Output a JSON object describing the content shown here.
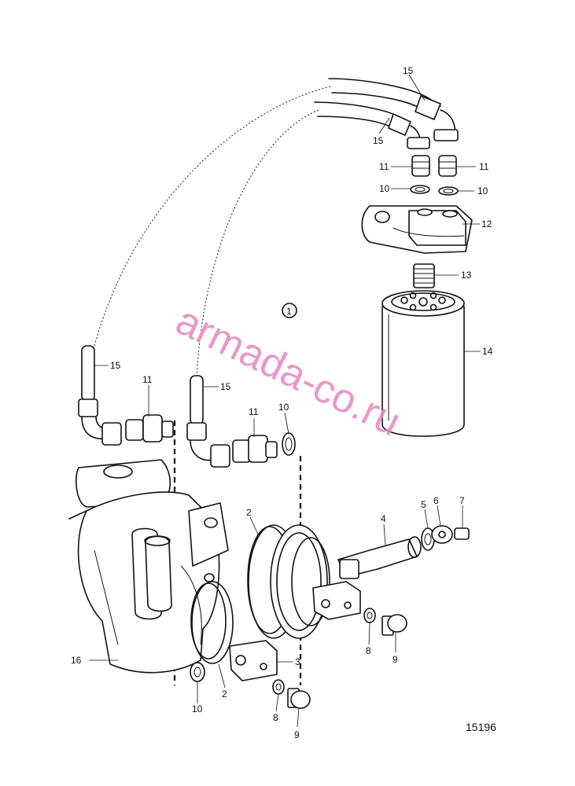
{
  "watermark": "armada-co.ru",
  "view_marker": "1",
  "reference_number": "15196",
  "callouts": [
    {
      "id": "c15a",
      "text": "15"
    },
    {
      "id": "c15b",
      "text": "15"
    },
    {
      "id": "c11a",
      "text": "11"
    },
    {
      "id": "c11b",
      "text": "11"
    },
    {
      "id": "c10a",
      "text": "10"
    },
    {
      "id": "c10b",
      "text": "10"
    },
    {
      "id": "c12",
      "text": "12"
    },
    {
      "id": "c13",
      "text": "13"
    },
    {
      "id": "c14",
      "text": "14"
    },
    {
      "id": "c15c",
      "text": "15"
    },
    {
      "id": "c11c",
      "text": "11"
    },
    {
      "id": "c15d",
      "text": "15"
    },
    {
      "id": "c11d",
      "text": "11"
    },
    {
      "id": "c10c",
      "text": "10"
    },
    {
      "id": "c2a",
      "text": "2"
    },
    {
      "id": "c4",
      "text": "4"
    },
    {
      "id": "c5",
      "text": "5"
    },
    {
      "id": "c6",
      "text": "6"
    },
    {
      "id": "c7",
      "text": "7"
    },
    {
      "id": "c8a",
      "text": "8"
    },
    {
      "id": "c9a",
      "text": "9"
    },
    {
      "id": "c3",
      "text": "3"
    },
    {
      "id": "c16",
      "text": "16"
    },
    {
      "id": "c2b",
      "text": "2"
    },
    {
      "id": "c10d",
      "text": "10"
    },
    {
      "id": "c8b",
      "text": "8"
    },
    {
      "id": "c9b",
      "text": "9"
    }
  ]
}
